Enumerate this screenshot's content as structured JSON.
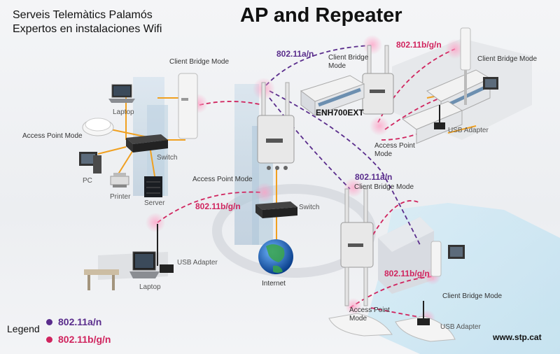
{
  "header": {
    "company": "Serveis Telemàtics Palamós",
    "tagline": "Expertos en instalaciones Wifi",
    "title": "AP and Repeater"
  },
  "colors": {
    "band_a": "#5a2d8c",
    "band_bg": "#d0245e",
    "link_wired": "#f0a020"
  },
  "labels": {
    "client_bridge_mode": "Client Bridge Mode",
    "access_point_mode": "Access Point Mode",
    "access_point_mode_split": "Access Point Mode",
    "client_bridge_split": "Client Bridge Mode",
    "laptop": "Laptop",
    "pc": "PC",
    "printer": "Printer",
    "server": "Server",
    "switch": "Switch",
    "internet": "Internet",
    "usb_adapter": "USB Adapter",
    "model": "ENH700EXT"
  },
  "frequencies": {
    "a": "802.11a/n",
    "bg": "802.11b/g/n"
  },
  "legend": {
    "title": "Legend",
    "items": [
      {
        "label": "802.11a/n",
        "color": "#5a2d8c"
      },
      {
        "label": "802.11b/g/n",
        "color": "#d0245e"
      }
    ]
  },
  "footer": {
    "website": "www.stp.cat"
  }
}
